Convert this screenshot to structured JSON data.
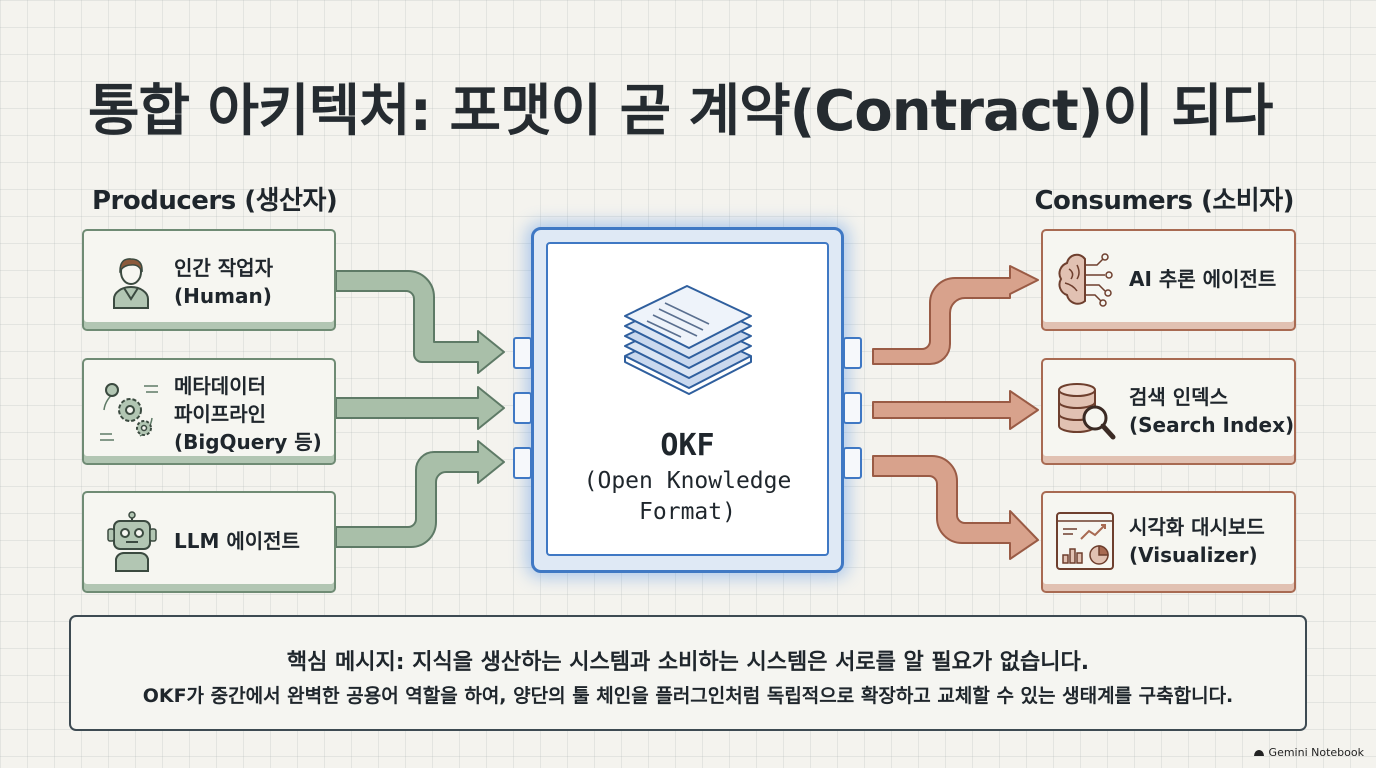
{
  "title": "통합 아키텍처: 포맷이 곧 계약(Contract)이 되다",
  "producers": {
    "heading": "Producers (생산자)",
    "items": [
      {
        "lines": [
          "인간 작업자",
          "(Human)"
        ],
        "icon": "person-icon"
      },
      {
        "lines": [
          "메타데이터",
          "파이프라인",
          "(BigQuery 등)"
        ],
        "icon": "gears-pipeline-icon"
      },
      {
        "lines": [
          "LLM 에이전트"
        ],
        "icon": "robot-icon"
      }
    ]
  },
  "hub": {
    "name": "OKF",
    "full_name": [
      "(Open Knowledge",
      "Format)"
    ],
    "icon": "stacked-documents-icon"
  },
  "consumers": {
    "heading": "Consumers (소비자)",
    "items": [
      {
        "lines": [
          "AI 추론 에이전트"
        ],
        "icon": "brain-network-icon"
      },
      {
        "lines": [
          "검색 인덱스",
          "(Search Index)"
        ],
        "icon": "database-search-icon"
      },
      {
        "lines": [
          "시각화 대시보드",
          "(Visualizer)"
        ],
        "icon": "dashboard-chart-icon"
      }
    ]
  },
  "message": {
    "line1": "핵심 메시지: 지식을 생산하는 시스템과 소비하는 시스템은 서로를 알 필요가 없습니다.",
    "line2": "OKF가 중간에서 완벽한 공용어 역할을 하여, 양단의 툴 체인을 플러그인처럼 독립적으로 확장하고 교체할 수 있는 생태계를 구축합니다."
  },
  "watermark": "Gemini Notebook",
  "colors": {
    "producer_accent": "#6f8b74",
    "producer_arrow": "#a9bfa9",
    "consumer_accent": "#a86a52",
    "consumer_arrow": "#d8a28c",
    "hub_border": "#3f78c4"
  }
}
